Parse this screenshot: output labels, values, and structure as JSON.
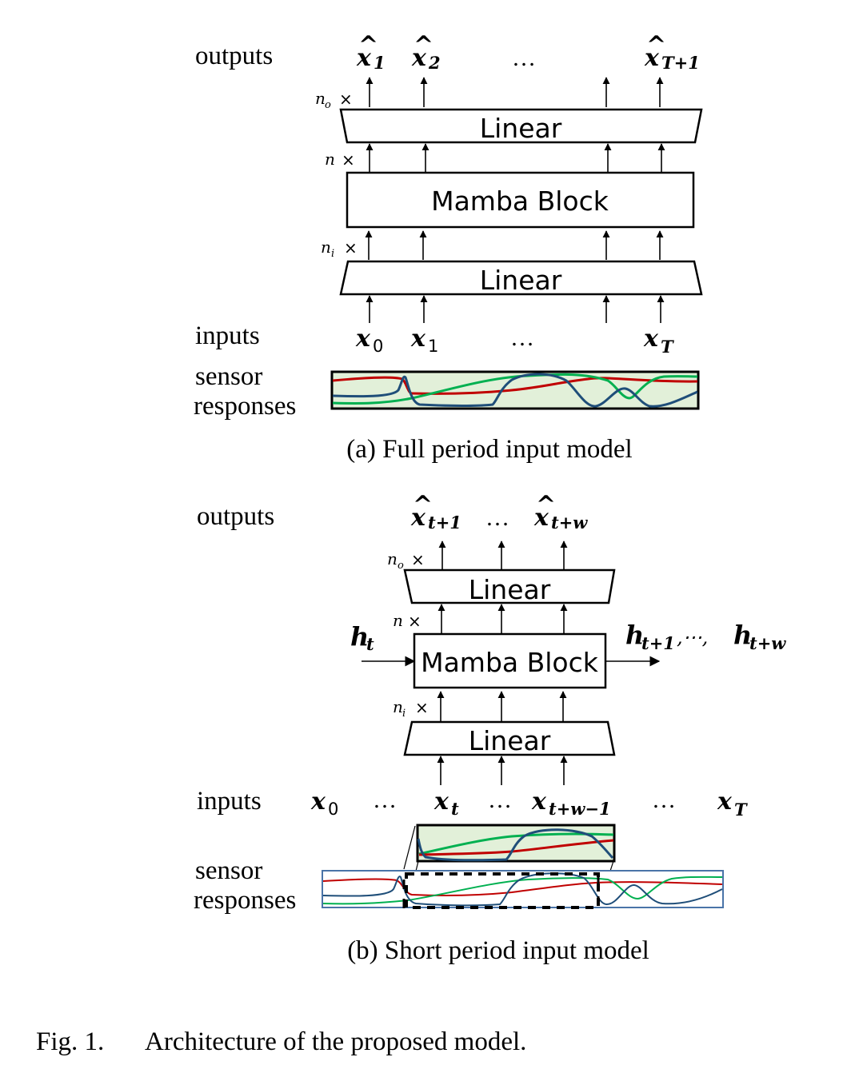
{
  "figure": {
    "caption": {
      "prefix": "Fig. 1.",
      "text": "Architecture of the proposed model."
    },
    "colors": {
      "curve_red": "#c00000",
      "curve_blue": "#1f4e79",
      "curve_green": "#00b050",
      "panel_fill": "#e2f0d9",
      "outer_strip_border": "#4a74a8"
    },
    "panel_a": {
      "title": "(a) Full period input model",
      "outputs_label": "outputs",
      "inputs_label": "inputs",
      "sensor_label_line1": "sensor",
      "sensor_label_line2": "responses",
      "outputs": [
        {
          "base": "x",
          "hat": true,
          "sub": "1"
        },
        {
          "base": "x",
          "hat": true,
          "sub": "2"
        },
        {
          "ellipsis": "…"
        },
        {
          "base": "x",
          "hat": true,
          "sub": "T+1"
        }
      ],
      "inputs": [
        {
          "base": "x",
          "sub": "0"
        },
        {
          "base": "x",
          "sub": "1"
        },
        {
          "ellipsis": "…"
        },
        {
          "base": "x",
          "sub": "T"
        }
      ],
      "blocks": {
        "top_linear": "Linear",
        "mamba": "Mamba Block",
        "bottom_linear": "Linear"
      },
      "multipliers": {
        "out": {
          "base": "n",
          "sub": "o",
          "times": "×"
        },
        "hidden": {
          "base": "n",
          "sub": "",
          "times": "×"
        },
        "in": {
          "base": "n",
          "sub": "i",
          "times": "×"
        }
      }
    },
    "panel_b": {
      "title": "(b) Short period input model",
      "outputs_label": "outputs",
      "inputs_label": "inputs",
      "sensor_label_line1": "sensor",
      "sensor_label_line2": "responses",
      "outputs": [
        {
          "base": "x",
          "hat": true,
          "sub": "t+1"
        },
        {
          "ellipsis": "…"
        },
        {
          "base": "x",
          "hat": true,
          "sub": "t+w"
        }
      ],
      "inputs": [
        {
          "base": "x",
          "sub": "0"
        },
        {
          "ellipsis": "…"
        },
        {
          "base": "x",
          "sub": "t"
        },
        {
          "ellipsis": "…"
        },
        {
          "base": "x",
          "sub": "t+w−1"
        },
        {
          "ellipsis": "…"
        },
        {
          "base": "x",
          "sub": "T"
        }
      ],
      "hidden_in": {
        "base": "h",
        "sub": "t"
      },
      "hidden_out": {
        "first_base": "h",
        "first_sub": "t+1",
        "sep": ",⋯,",
        "last_base": "h",
        "last_sub": "t+w"
      },
      "blocks": {
        "top_linear": "Linear",
        "mamba": "Mamba Block",
        "bottom_linear": "Linear"
      },
      "multipliers": {
        "out": {
          "base": "n",
          "sub": "o",
          "times": "×"
        },
        "hidden": {
          "base": "n",
          "sub": "",
          "times": "×"
        },
        "in": {
          "base": "n",
          "sub": "i",
          "times": "×"
        }
      }
    }
  }
}
